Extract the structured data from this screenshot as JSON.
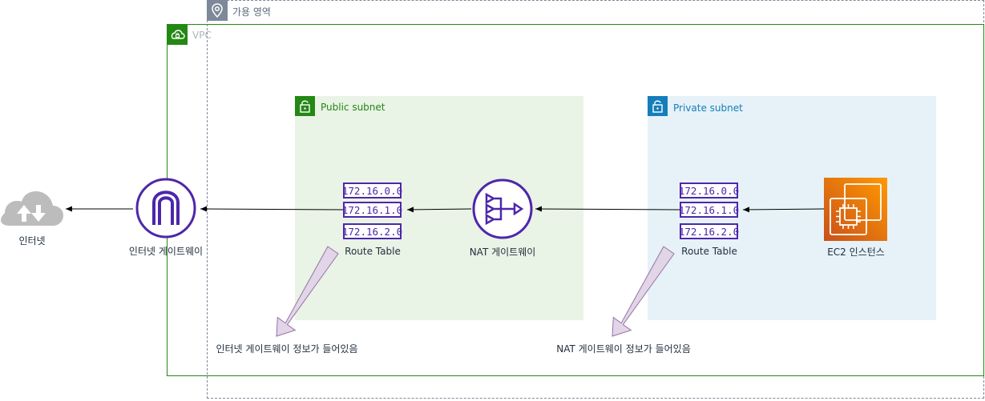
{
  "availability_zone": {
    "label": "가용 영역",
    "icon": "location-pin-icon",
    "color": "#7d8998"
  },
  "vpc": {
    "label": "VPC",
    "icon": "cloud-icon",
    "color": "#248814"
  },
  "public_subnet": {
    "label": "Public subnet",
    "icon": "lock-icon",
    "color": "#248814",
    "background": "#e9f3e6"
  },
  "private_subnet": {
    "label": "Private subnet",
    "icon": "lock-icon",
    "color": "#147eba",
    "background": "#e6f2f8"
  },
  "internet": {
    "label": "인터넷",
    "icon": "internet-cloud-icon"
  },
  "internet_gateway": {
    "label": "인터넷 게이트웨이",
    "icon": "internet-gateway-icon",
    "color": "#4d27aa"
  },
  "public_route_table": {
    "label": "Route Table",
    "entries": [
      "172.16.0.0",
      "172.16.1.0",
      "172.16.2.0"
    ]
  },
  "nat_gateway": {
    "label": "NAT 게이트웨이",
    "icon": "nat-gateway-icon",
    "color": "#4d27aa"
  },
  "private_route_table": {
    "label": "Route Table",
    "entries": [
      "172.16.0.0",
      "172.16.1.0",
      "172.16.2.0"
    ]
  },
  "ec2": {
    "label": "EC2 인스턴스",
    "icon": "ec2-chip-icon",
    "color": "#ed7100"
  },
  "notes": {
    "public_note": "인터넷 게이트웨이 정보가 들어있음",
    "private_note": "NAT 게이트웨이 정보가 들어있음"
  }
}
